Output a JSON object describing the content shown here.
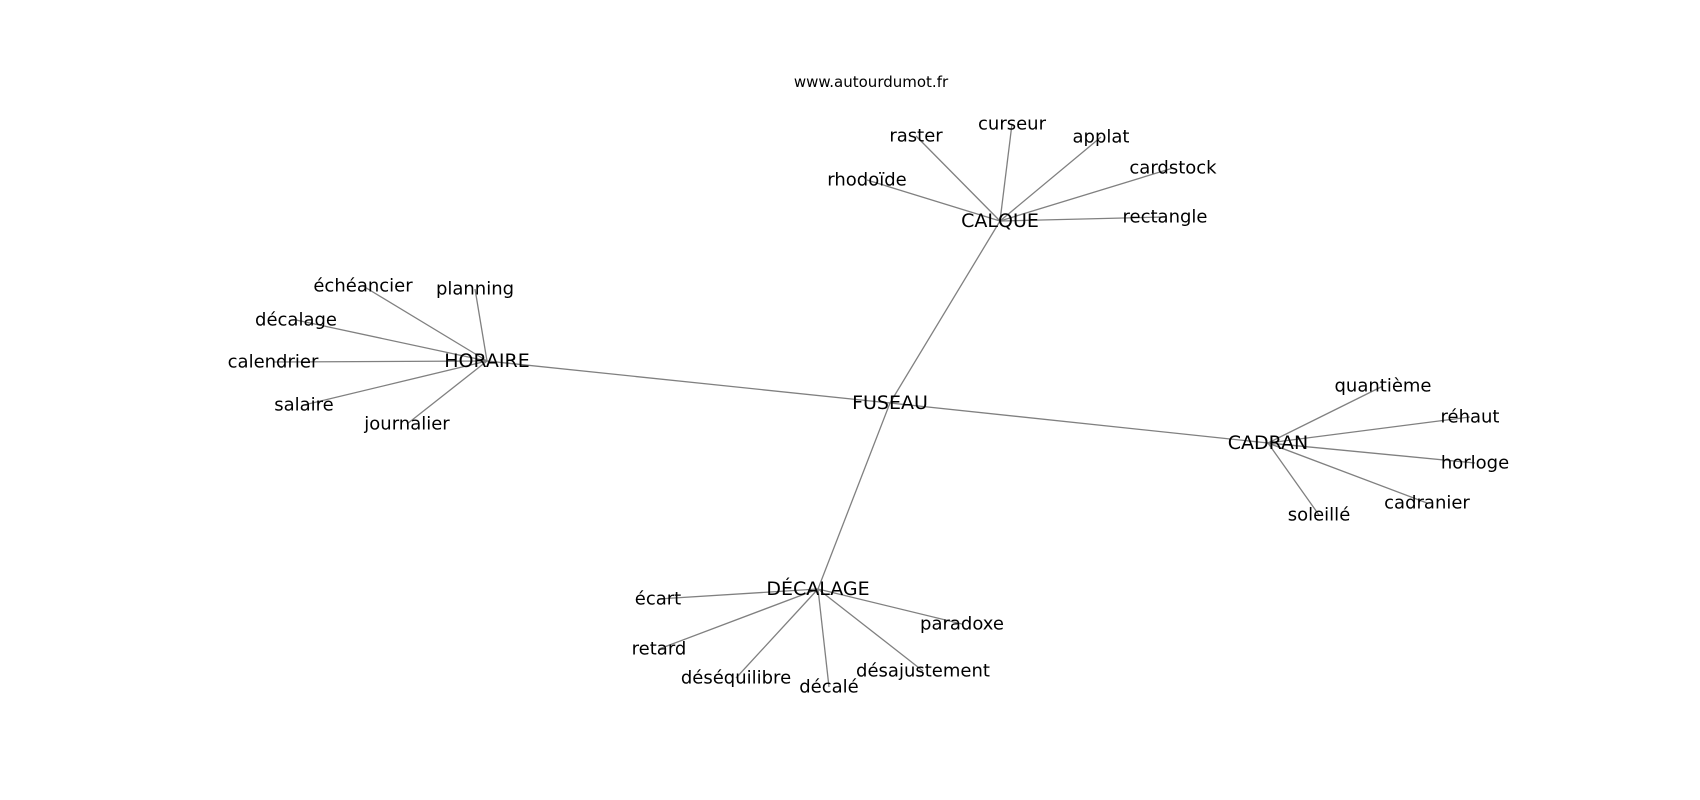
{
  "site": "www.autourdumot.fr",
  "center": "FUSEAU",
  "clusters": [
    {
      "label": "HORAIRE",
      "children": [
        "échéancier",
        "planning",
        "décalage",
        "calendrier",
        "salaire",
        "journalier"
      ]
    },
    {
      "label": "CALQUE",
      "children": [
        "raster",
        "curseur",
        "applat",
        "cardstock",
        "rectangle",
        "rhodoïde"
      ]
    },
    {
      "label": "CADRAN",
      "children": [
        "quantième",
        "réhaut",
        "horloge",
        "cadranier",
        "soleillé"
      ]
    },
    {
      "label": "DÉCALAGE",
      "children": [
        "écart",
        "retard",
        "déséquilibre",
        "décalé",
        "désajustement",
        "paradoxe"
      ]
    }
  ],
  "colors": {
    "edge": "#808080",
    "text": "#000000",
    "background": "#ffffff"
  }
}
